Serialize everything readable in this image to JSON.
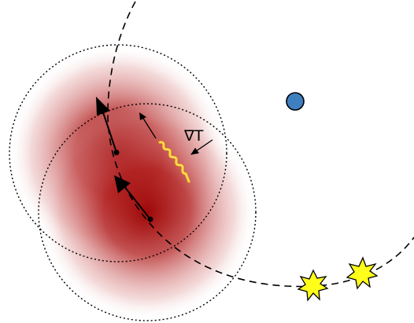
{
  "labels": {
    "gradient": "∇T"
  },
  "colors": {
    "cloud_core": "#9b0000",
    "planet": "#3f7fc0",
    "wave": "#f0b400",
    "star_fill": "#ffff1a",
    "line": "#000000"
  },
  "icons": {
    "planet": "blue-circle",
    "stars": [
      "yellow-burst-star",
      "yellow-burst-star"
    ],
    "wave": "wavy-line"
  }
}
